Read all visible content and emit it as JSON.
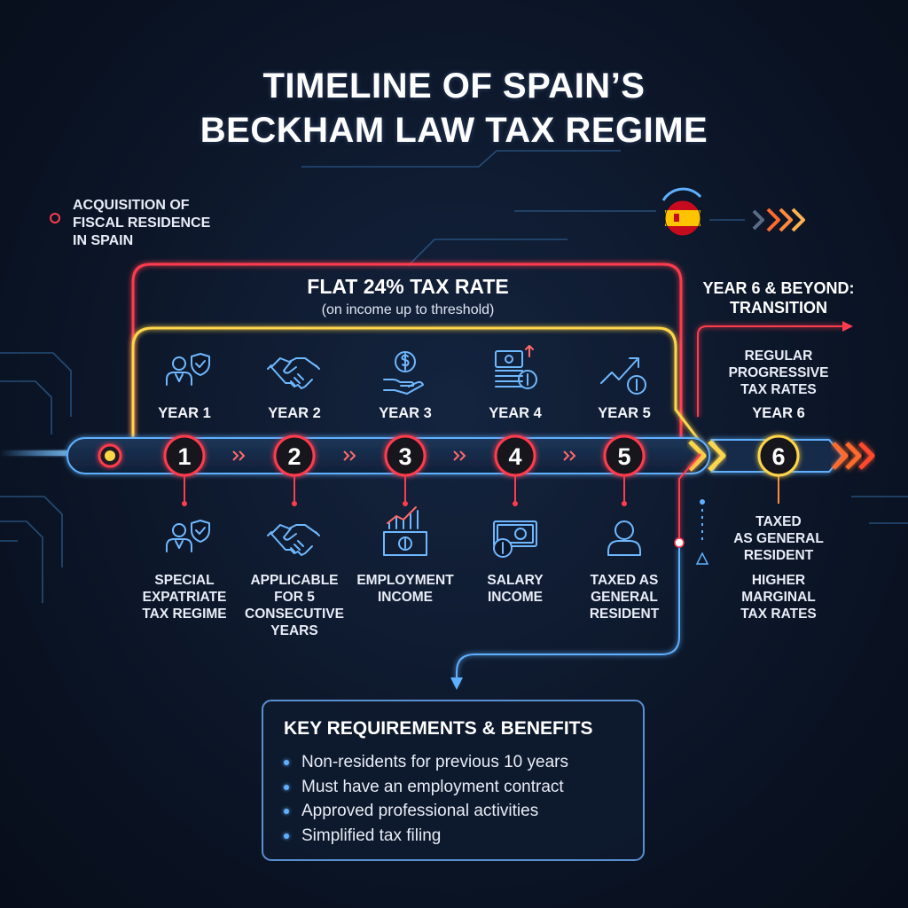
{
  "title_line1": "TIMELINE OF SPAIN’S",
  "title_line2": "BECKHAM LAW TAX REGIME",
  "acquisition": [
    "ACQUISITION OF",
    "FISCAL RESIDENCE",
    "IN SPAIN"
  ],
  "flat_rate": {
    "label": "FLAT 24% TAX RATE",
    "note": "(on income up to threshold)"
  },
  "transition": {
    "line1": "YEAR 6 & BEYOND:",
    "line2": "TRANSITION"
  },
  "regular_rates": [
    "REGULAR",
    "PROGRESSIVE",
    "TAX RATES"
  ],
  "flag_icon": "spain-flag-icon",
  "colors": {
    "red": "#ff3b4e",
    "yellow": "#ffd64a",
    "blue": "#5fb0ff",
    "orange": "#ff6a2c"
  },
  "years": [
    {
      "number": "1",
      "label": "YEAR 1",
      "top_icon": "person-shield-icon",
      "bottom_icon": "person-shield-icon",
      "desc": [
        "SPECIAL",
        "EXPATRIATE",
        "TAX REGIME"
      ]
    },
    {
      "number": "2",
      "label": "YEAR 2",
      "top_icon": "handshake-icon",
      "bottom_icon": "handshake-icon",
      "desc": [
        "APPLICABLE",
        "FOR 5",
        "CONSECUTIVE",
        "YEARS"
      ]
    },
    {
      "number": "3",
      "label": "YEAR 3",
      "top_icon": "hand-coin-icon",
      "bottom_icon": "money-chart-icon",
      "desc": [
        "EMPLOYMENT",
        "INCOME"
      ]
    },
    {
      "number": "4",
      "label": "YEAR 4",
      "top_icon": "cash-coins-icon",
      "bottom_icon": "banknote-coin-icon",
      "desc": [
        "SALARY",
        "INCOME"
      ]
    },
    {
      "number": "5",
      "label": "YEAR 5",
      "top_icon": "trend-coin-icon",
      "bottom_icon": "person-icon",
      "desc": [
        "TAXED AS",
        "GENERAL",
        "RESIDENT"
      ]
    },
    {
      "number": "6",
      "label": "YEAR 6",
      "desc": [
        "TAXED",
        "AS GENERAL",
        "RESIDENT"
      ],
      "desc2": [
        "HIGHER",
        "MARGINAL",
        "TAX RATES"
      ]
    }
  ],
  "requirements": {
    "title": "KEY REQUIREMENTS & BENEFITS",
    "items": [
      "Non-residents for previous 10 years",
      "Must have an employment contract",
      "Approved professional activities",
      "Simplified tax filing"
    ]
  }
}
